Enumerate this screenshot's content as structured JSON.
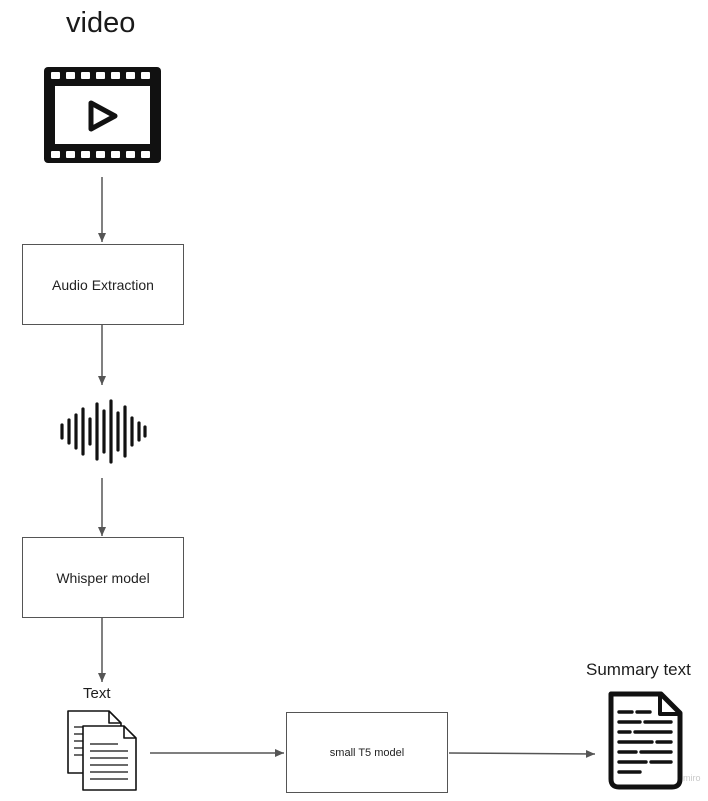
{
  "title": "video",
  "boxes": {
    "audio_extraction": "Audio Extraction",
    "whisper": "Whisper model",
    "t5": "small T5 model"
  },
  "labels": {
    "text": "Text",
    "summary": "Summary text"
  },
  "watermark": "miro",
  "colors": {
    "stroke": "#555555",
    "icon": "#111111",
    "background": "#ffffff"
  },
  "icons": [
    "video-film-icon",
    "audio-waveform-icon",
    "text-documents-icon",
    "summary-document-icon"
  ]
}
